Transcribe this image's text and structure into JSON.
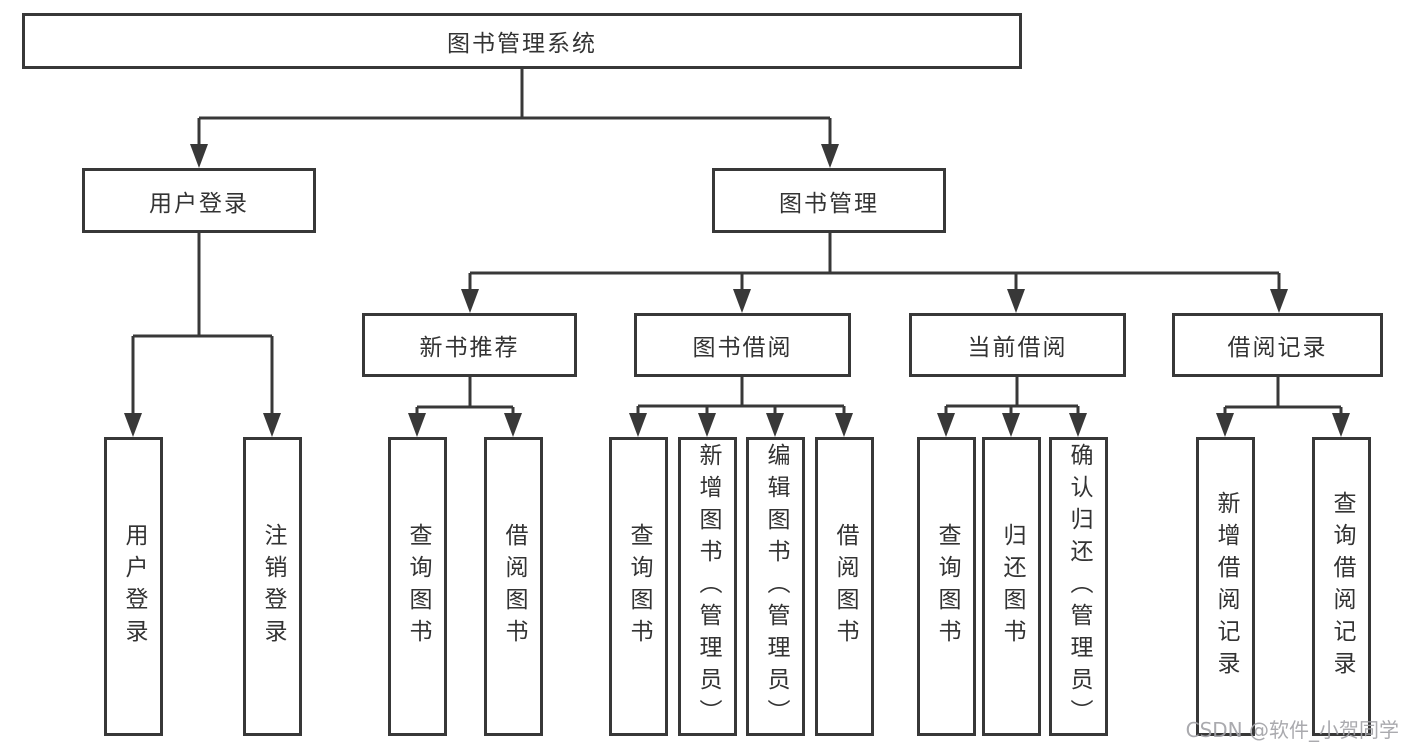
{
  "diagram": {
    "root": {
      "label": "图书管理系统"
    },
    "level2": [
      {
        "label": "用户登录",
        "children": [
          {
            "label": "用户登录"
          },
          {
            "label": "注销登录"
          }
        ]
      },
      {
        "label": "图书管理",
        "children": [
          {
            "label": "新书推荐",
            "children": [
              {
                "label": "查询图书"
              },
              {
                "label": "借阅图书"
              }
            ]
          },
          {
            "label": "图书借阅",
            "children": [
              {
                "label": "查询图书"
              },
              {
                "label": "新增图书（管理员）"
              },
              {
                "label": "编辑图书（管理员）"
              },
              {
                "label": "借阅图书"
              }
            ]
          },
          {
            "label": "当前借阅",
            "children": [
              {
                "label": "查询图书"
              },
              {
                "label": "归还图书"
              },
              {
                "label": "确认归还（管理员）"
              }
            ]
          },
          {
            "label": "借阅记录",
            "children": [
              {
                "label": "新增借阅记录"
              },
              {
                "label": "查询借阅记录"
              }
            ]
          }
        ]
      }
    ]
  },
  "watermark": {
    "text": "CSDN @软件_小贺同学"
  },
  "colors": {
    "line": "#383838",
    "text": "#333333",
    "watermark": "#a3a3a8",
    "background": "#ffffff"
  }
}
